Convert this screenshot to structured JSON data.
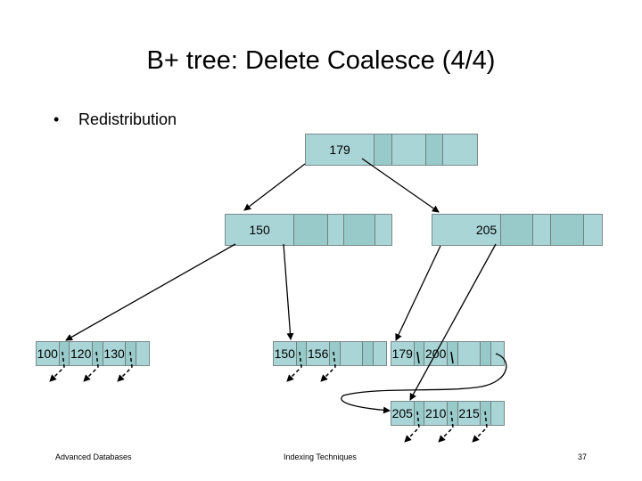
{
  "title": "B+ tree: Delete Coalesce (4/4)",
  "bullet": "Redistribution",
  "bullet_symbol": "•",
  "root": {
    "keys": [
      "179",
      "",
      ""
    ]
  },
  "internal_left": {
    "keys": [
      "150",
      "",
      ""
    ]
  },
  "internal_right": {
    "keys": [
      "205",
      "",
      ""
    ]
  },
  "leaves": [
    {
      "keys": [
        "100",
        "120",
        "130"
      ]
    },
    {
      "keys": [
        "150",
        "156",
        ""
      ]
    },
    {
      "keys": [
        "179",
        "200",
        ""
      ]
    },
    {
      "keys": [
        "205",
        "210",
        "215"
      ]
    }
  ],
  "footer": {
    "left": "Advanced Databases",
    "center": "Indexing Techniques",
    "page": "37"
  },
  "colors": {
    "key_fill": "#a9d5d7",
    "pointer_fill": "#97cac9",
    "border": "#6f8080"
  }
}
